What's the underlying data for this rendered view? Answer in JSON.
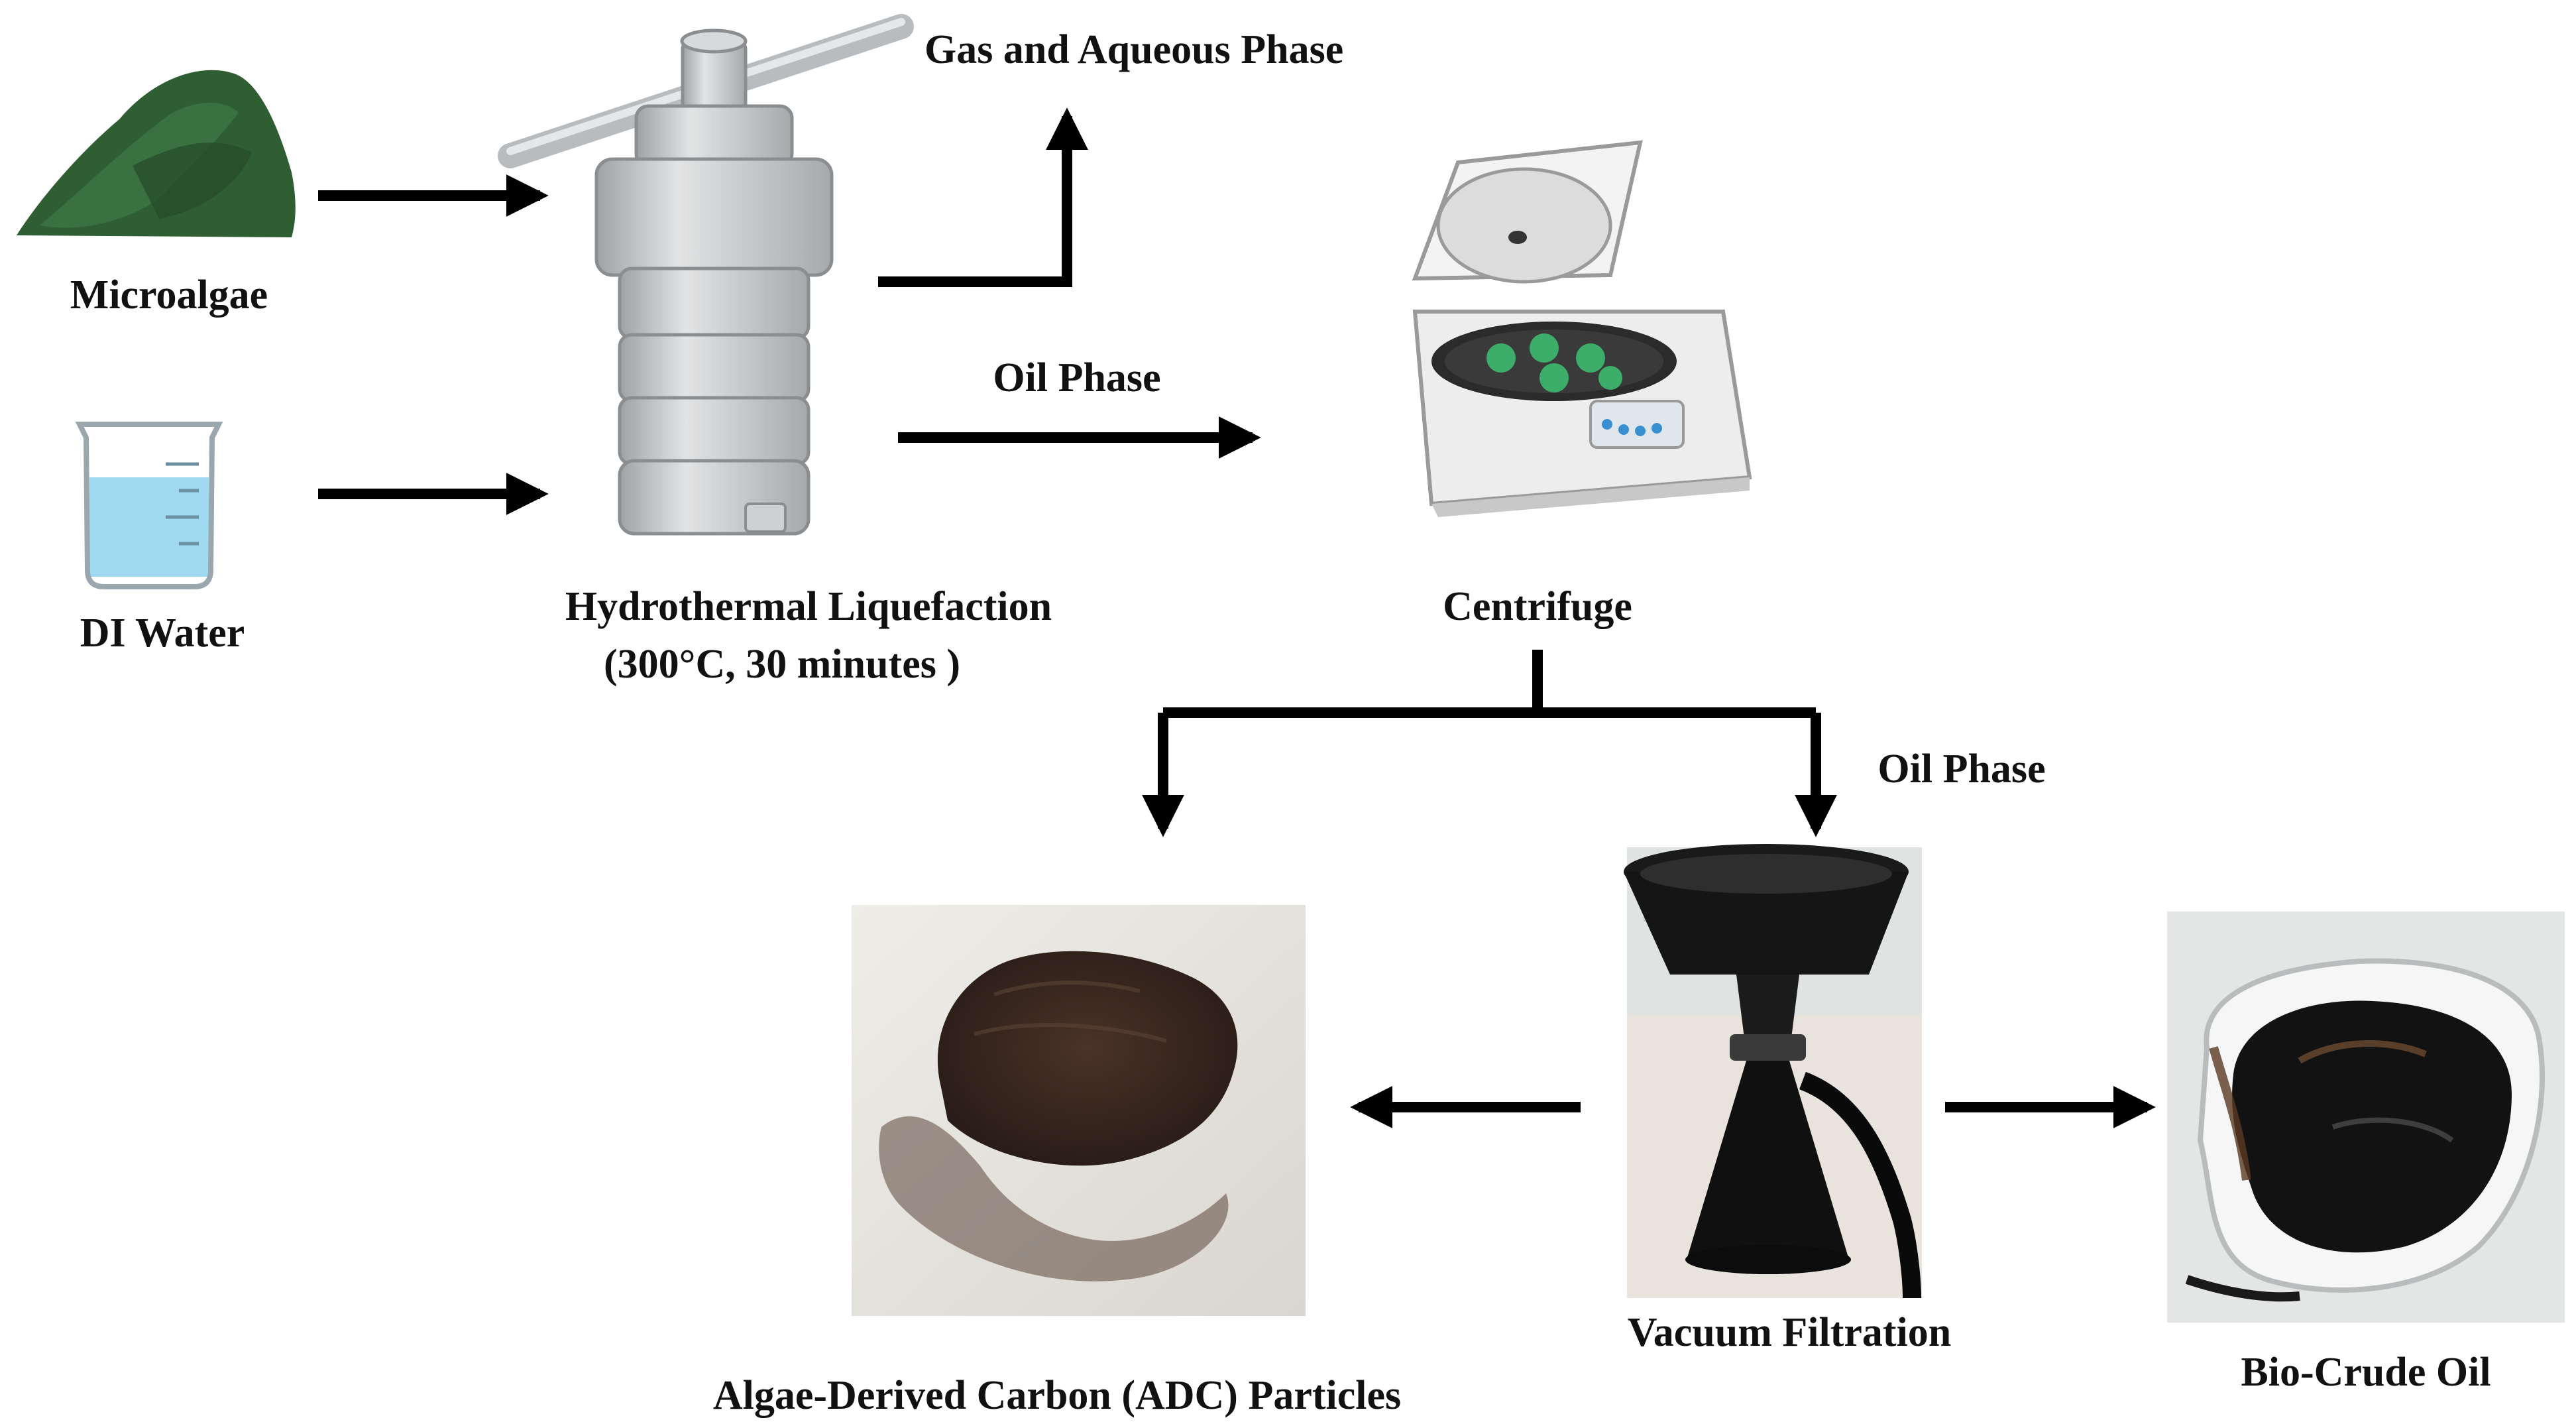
{
  "labels": {
    "microalgae": "Microalgae",
    "di_water": "DI Water",
    "htl_title": "Hydrothermal Liquefaction",
    "htl_conditions": "(300°C, 30 minutes )",
    "gas_aqueous": "Gas and Aqueous Phase",
    "oil_phase_1": "Oil Phase",
    "centrifuge": "Centrifuge",
    "oil_phase_2": "Oil Phase",
    "vacuum_filtration": "Vacuum Filtration",
    "adc_particles": "Algae-Derived Carbon (ADC) Particles",
    "bio_crude_oil": "Bio-Crude Oil"
  },
  "colors": {
    "arrow": "#000000",
    "algae_green": "#2f5e33",
    "water_blue": "#8fd3ee",
    "steel_gray": "#c2c4c6",
    "carbon_brown": "#3b2a22",
    "oil_black": "#121212",
    "filter_paper": "#e9e7e2"
  }
}
